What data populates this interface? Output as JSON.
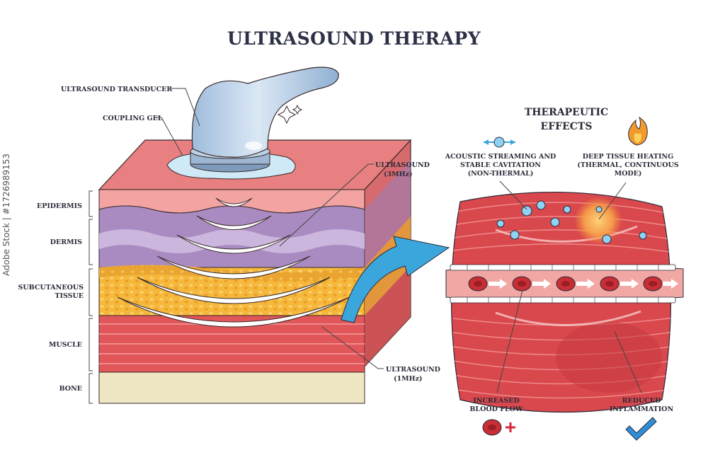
{
  "title": "ULTRASOUND THERAPY",
  "layers": {
    "epidermis": "EPIDERMIS",
    "dermis": "DERMIS",
    "subcutaneous_1": "SUBCUTANEOUS",
    "subcutaneous_2": "TISSUE",
    "muscle": "MUSCLE",
    "bone": "BONE"
  },
  "device": {
    "transducer": "ULTRASOUND TRANSDUCER",
    "gel": "COUPLING GEL"
  },
  "waves": {
    "high_1": "ULTRASOUND",
    "high_2": "(3MHz)",
    "low_1": "ULTRASOUND",
    "low_2": "(1MHz)"
  },
  "effects": {
    "heading_1": "THERAPEUTIC",
    "heading_2": "EFFECTS",
    "acoustic_1": "ACOUSTIC STREAMING AND",
    "acoustic_2": "STABLE CAVITATION",
    "acoustic_3": "(NON-THERMAL)",
    "heating_1": "DEEP TISSUE HEATING",
    "heating_2": "(THERMAL, CONTINUOUS",
    "heating_3": "MODE)",
    "blood_1": "INCREASED",
    "blood_2": "BLOOD FLOW",
    "inflam_1": "REDUCED",
    "inflam_2": "INFLAMMATION"
  },
  "watermark_side": "Adobe Stock | #1726989153",
  "colors": {
    "epidermis": "#f2a3a2",
    "dermis": "#a98bc2",
    "fat": "#f6b83a",
    "muscle": "#e05659",
    "bone": "#efe7c3",
    "device": "#c9dcef",
    "arrow": "#3ba6dc",
    "check": "#2e8fd8"
  }
}
